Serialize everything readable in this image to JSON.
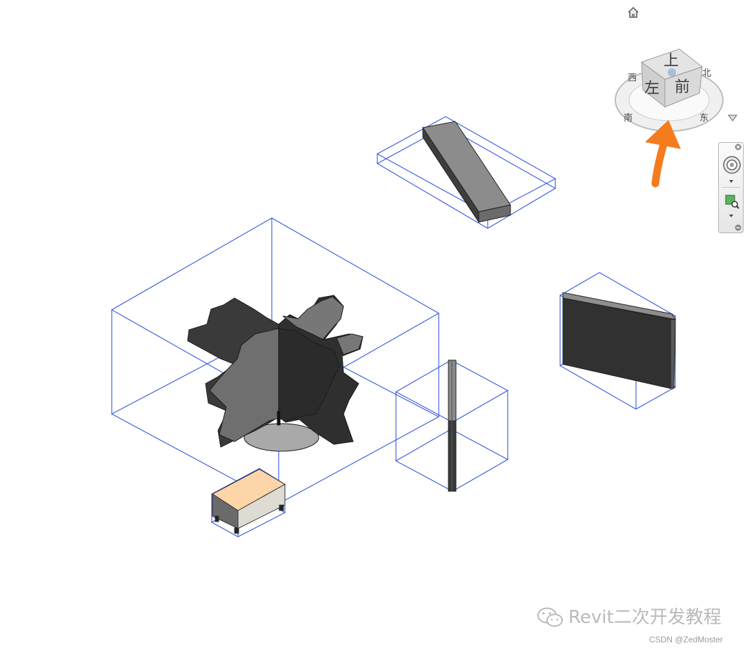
{
  "viewcube": {
    "faces": {
      "top": "上",
      "left": "左",
      "front": "前"
    },
    "compass": {
      "west": "西",
      "south": "南",
      "east": "东",
      "north": "北"
    },
    "home_icon": "home-icon",
    "menu_icon": "triangle-down-icon"
  },
  "nav_bar": {
    "close_icon": "close-icon",
    "wheel_icon": "steering-wheel-icon",
    "zoom_icon": "zoom-region-icon",
    "options_icon": "options-icon"
  },
  "colors": {
    "bounding_box": "#3355dd",
    "annotation_arrow": "#f47c1e",
    "tree_dark": "#2f2f2f",
    "tree_mid": "#6d6d6d",
    "bench_top": "#fdd5a8",
    "wall_dark": "#333333"
  },
  "watermark": {
    "text": "Revit二次开发教程",
    "icon": "wechat-icon"
  },
  "credit": "CSDN @ZedMoster"
}
